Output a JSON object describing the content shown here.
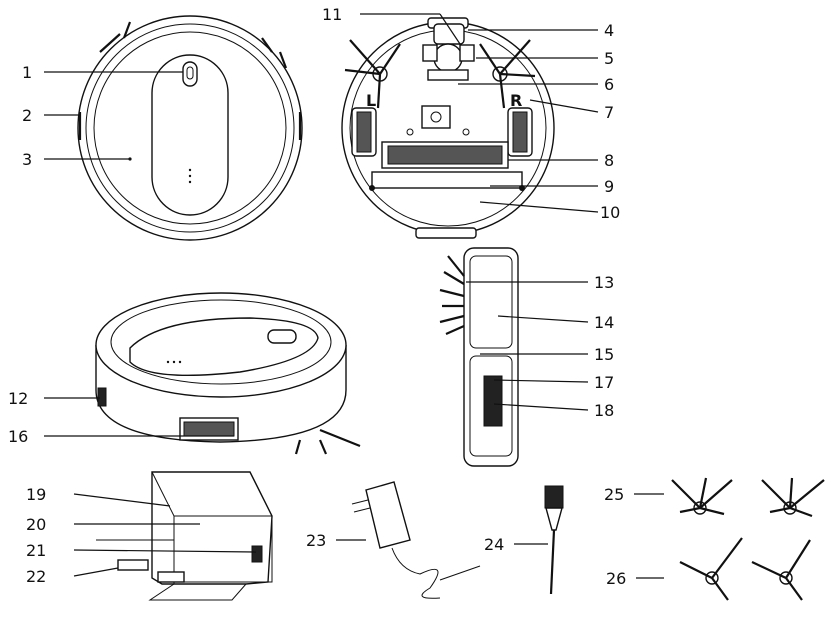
{
  "labels": {
    "l1": "1",
    "l2": "2",
    "l3": "3",
    "l4": "4",
    "l5": "5",
    "l6": "6",
    "l7": "7",
    "l8": "8",
    "l9": "9",
    "l10": "10",
    "l11": "11",
    "l12": "12",
    "l13": "13",
    "l14": "14",
    "l15": "15",
    "l16": "16",
    "l17": "17",
    "l18": "18",
    "l19": "19",
    "l20": "20",
    "l21": "21",
    "l22": "22",
    "l23": "23",
    "l24": "24",
    "l25": "25",
    "l26": "26"
  },
  "bottom_marks": {
    "left": "L",
    "right": "R"
  },
  "colors": {
    "line": "#111111",
    "background": "#ffffff"
  }
}
